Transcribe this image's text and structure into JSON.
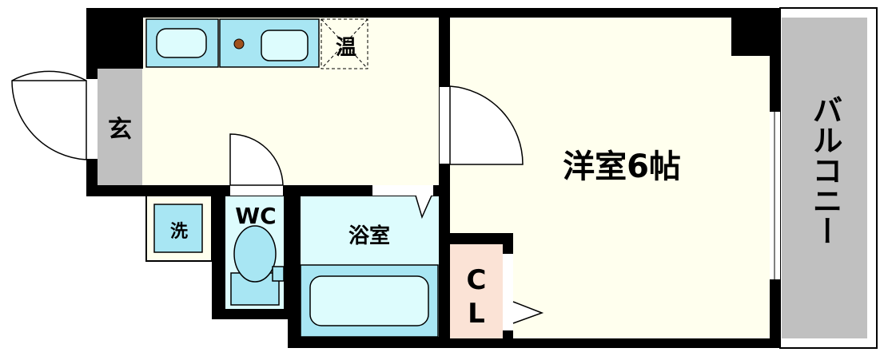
{
  "floorplan": {
    "rooms": {
      "entrance": "玄",
      "western_room": "洋室6帖",
      "balcony": "バルコニー",
      "wc": "WC",
      "bath": "浴室",
      "closet_top": "C",
      "closet_bottom": "L",
      "washer": "洗",
      "water_heater": "温"
    },
    "colors": {
      "wall": "#000000",
      "floor": "#ffffee",
      "wet_area": "#ddfcfd",
      "fixture": "#a8e6f3",
      "closet": "#fbe3d6",
      "entrance_floor": "#c0c0c0",
      "balcony": "#c0c0c0",
      "stove_knob": "#a0521e"
    }
  }
}
